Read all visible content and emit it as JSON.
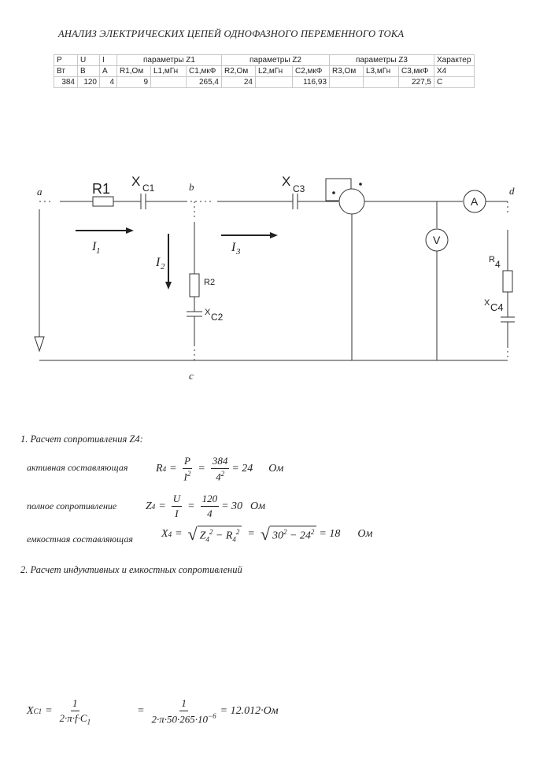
{
  "title": "АНАЛИЗ ЭЛЕКТРИЧЕСКИХ ЦЕПЕЙ ОДНОФАЗНОГО ПЕРЕМЕННОГО ТОКА",
  "table": {
    "row1": [
      "P",
      "U",
      "I",
      "параметры Z1",
      "параметры Z2",
      "параметры Z3",
      "Характер"
    ],
    "row2": [
      "Вт",
      "В",
      "А",
      "R1,Ом",
      "L1,мГн",
      "C1,мкФ",
      "R2,Ом",
      "L2,мГн",
      "C2,мкФ",
      "R3,Ом",
      "L3,мГн",
      "C3,мкФ",
      "X4"
    ],
    "row3": [
      "384",
      "120",
      "4",
      "9",
      "",
      "265,4",
      "24",
      "",
      "116,93",
      "",
      "",
      "227,5",
      "C"
    ]
  },
  "circuit": {
    "node_a": "a",
    "node_b": "b",
    "node_c": "c",
    "node_d": "d",
    "r1": "R1",
    "xc1": "X",
    "xc1_sub": "C1",
    "xc3": "X",
    "xc3_sub": "C3",
    "r2": "R2",
    "xc2": "X",
    "xc2_sub": "C2",
    "r4": "R",
    "r4_sub": "4",
    "xc4": "X",
    "xc4_sub": "C4",
    "ammeter": "A",
    "voltmeter": "V",
    "i1": "I",
    "i1_sub": "1",
    "i2": "I",
    "i2_sub": "2",
    "i3": "I",
    "i3_sub": "3"
  },
  "section1": {
    "heading": "1. Расчет сопротивления Z4:",
    "active_label": "активная составляющая",
    "full_label": "полное сопротивление",
    "cap_label": "емкостная составляющая",
    "unit": "Ом",
    "r4": {
      "lhs": "R",
      "sub": "4",
      "num": "P",
      "den": "I",
      "num2": "384",
      "den2": "4",
      "result": "= 24"
    },
    "z4": {
      "lhs": "Z",
      "sub": "4",
      "num": "U",
      "den": "I",
      "num2": "120",
      "den2": "4",
      "result": "= 30"
    },
    "x4": {
      "lhs": "X",
      "sub": "4",
      "a": "Z",
      "b": "R",
      "n1": "30",
      "n2": "24",
      "result": "= 18"
    }
  },
  "section2": {
    "heading": "2. Расчет индуктивных и емкостных сопротивлений",
    "xc1": {
      "lhs": "X",
      "sub": "C1",
      "num": "1",
      "den": "2·π·f·C",
      "den_sub": "1",
      "num2": "1",
      "den2": "2·π·50·265·10",
      "den2_sup": "−6",
      "result": "= 12.012·Ом"
    }
  }
}
